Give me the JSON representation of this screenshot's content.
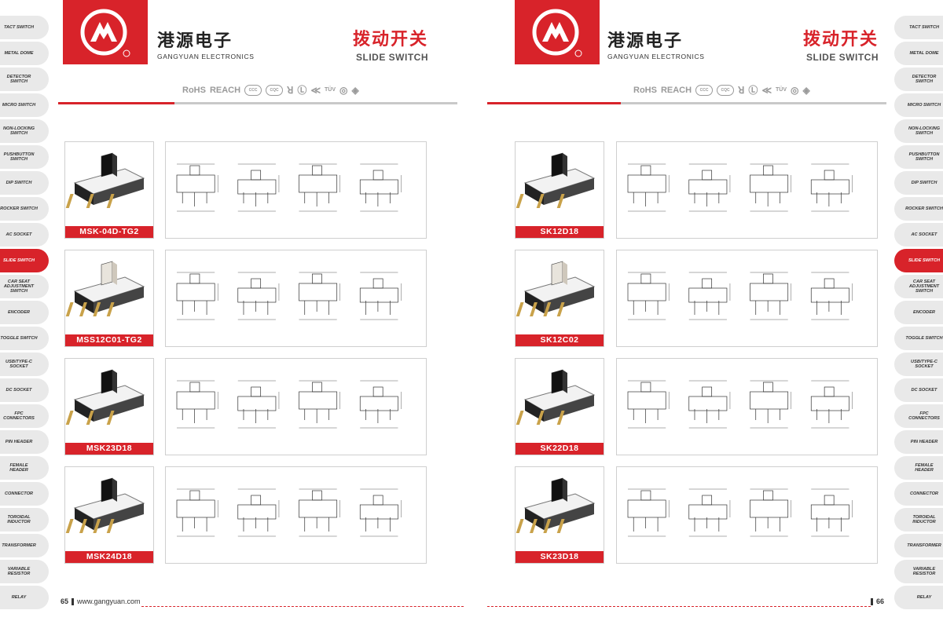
{
  "tabs_left": [
    "TACT SWITCH",
    "METAL DOME",
    "DETECTOR SWITCH",
    "MICRO SWITCH",
    "NON-LOCKING SWITCH",
    "PUSHBUTTON SWITCH",
    "DIP SWITCH",
    "ROCKER SWITCH",
    "AC SOCKET",
    "SLIDE SWITCH",
    "CAR SEAT ADJUSTMENT SWITCH",
    "ENCODER",
    "TOGGLE SWITCH",
    "USB/Type-C SOCKET",
    "DC SOCKET",
    "FPC CONNECTORS",
    "PIN HEADER",
    "FEMALE HEADER",
    "CONNECTOR",
    "TOROIDAL INDUCTOR",
    "TRANSFORMER",
    "VARIABLE RESISTOR",
    "RELAY"
  ],
  "tabs_right": [
    "TACT SWITCH",
    "METAL DOME",
    "DETECTOR SWITCH",
    "MICRO SWITCH",
    "NON-LOCKING SWITCH",
    "PUSHBUTTON SWITCH",
    "DIP SWITCH",
    "ROCKER SWITCH",
    "AC SOCKET",
    "SLIDE SWITCH",
    "CAR SEAT ADJUSTMENT SWITCH",
    "ENCODER",
    "TOGGLE SWITCH",
    "USB/Type-C SOCKET",
    "DC SOCKET",
    "FPC CONNECTORS",
    "PIN HEADER",
    "FEMALE HEADER",
    "CONNECTOR",
    "TOROIDAL INDUCTOR",
    "TRANSFORMER",
    "VARIABLE RESISTOR",
    "RELAY"
  ],
  "active_tab": "SLIDE SWITCH",
  "brand": {
    "cn": "港源电子",
    "en": "GANGYUAN ELECTRONICS"
  },
  "section": {
    "cn": "拨动开关",
    "en": "SLIDE SWITCH"
  },
  "certs": {
    "rohs": "RoHS",
    "reach": "REACH",
    "ccc": "CCC",
    "cqc": "CQC",
    "tuv": "TÜV"
  },
  "left_products": [
    "MSK-04D-TG2",
    "MSS12C01-TG2",
    "MSK23D18",
    "MSK24D18"
  ],
  "right_products": [
    "SK12D18",
    "SK12C02",
    "SK22D18",
    "SK23D18"
  ],
  "footer": {
    "left_page": "65",
    "url": "www.gangyuan.com",
    "right_page": "66"
  },
  "colors": {
    "accent": "#d8232a",
    "tab_bg": "#e9e9e9",
    "rule_grey": "#c9c9c9"
  }
}
